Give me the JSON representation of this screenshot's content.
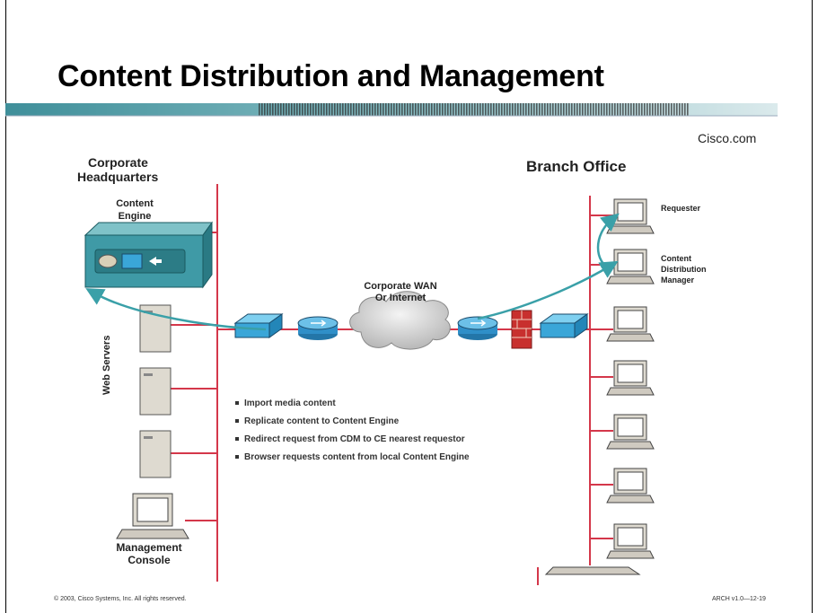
{
  "slide": {
    "title": "Content Distribution and Management",
    "brand": "Cisco.com",
    "copyright": "© 2003, Cisco Systems, Inc. All rights reserved.",
    "slide_id": "ARCH v1.0—12-19"
  },
  "diagram": {
    "hq_title_line1": "Corporate",
    "hq_title_line2": "Headquarters",
    "content_engine_line1": "Content",
    "content_engine_line2": "Engine",
    "web_servers": "Web Servers",
    "management_line1": "Management",
    "management_line2": "Console",
    "wan_line1": "Corporate WAN",
    "wan_line2": "Or Internet",
    "branch_title": "Branch Office",
    "requester": "Requester",
    "cdm_line1": "Content",
    "cdm_line2": "Distribution",
    "cdm_line3": "Manager",
    "bullets": [
      "Import media content",
      "Replicate content to Content Engine",
      "Redirect request from CDM to CE nearest requestor",
      "Browser requests content from local Content Engine"
    ]
  },
  "colors": {
    "accent_bar": "#4a9aa6",
    "lan_line": "#d4374a",
    "flow_arrow": "#3aa0a8",
    "switch": "#3aa6d8",
    "router": "#2f8fc8",
    "firewall": "#c8302e",
    "content_engine_box": "#3f9aa6"
  }
}
